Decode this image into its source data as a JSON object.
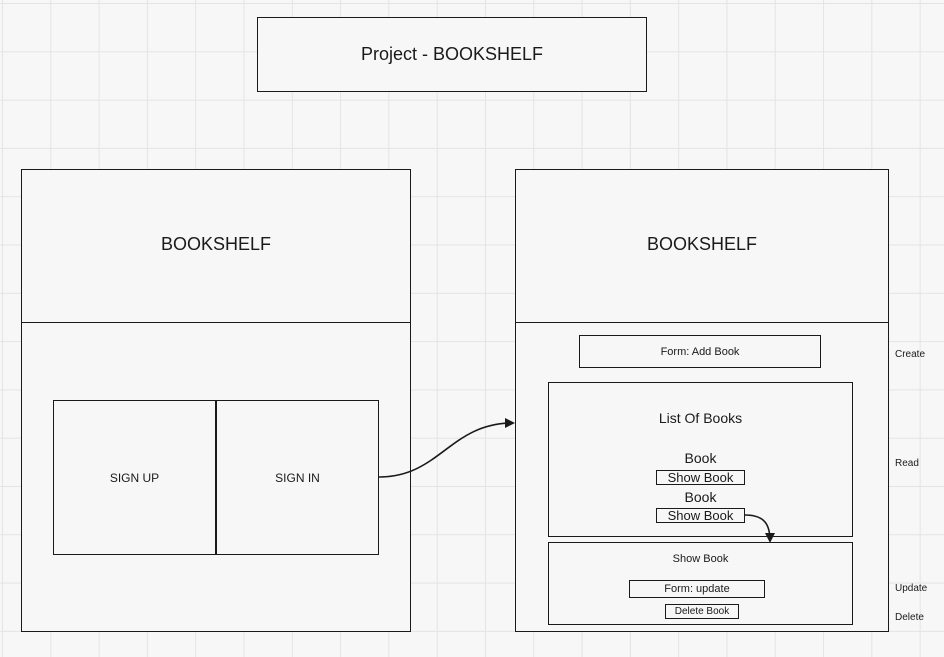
{
  "title": "Project - BOOKSHELF",
  "left_screen": {
    "header": "BOOKSHELF",
    "sign_up": "SIGN UP",
    "sign_in": "SIGN IN"
  },
  "right_screen": {
    "header": "BOOKSHELF",
    "form_add_book": "Form: Add Book",
    "list_title": "List Of Books",
    "book_1": "Book",
    "show_book_1": "Show Book",
    "book_2": "Book",
    "show_book_2": "Show Book",
    "show_panel_title": "Show Book",
    "form_update": "Form:  update",
    "delete_book": "Delete Book"
  },
  "crud_labels": {
    "create": "Create",
    "read": "Read",
    "update": "Update",
    "delete": "Delete"
  }
}
